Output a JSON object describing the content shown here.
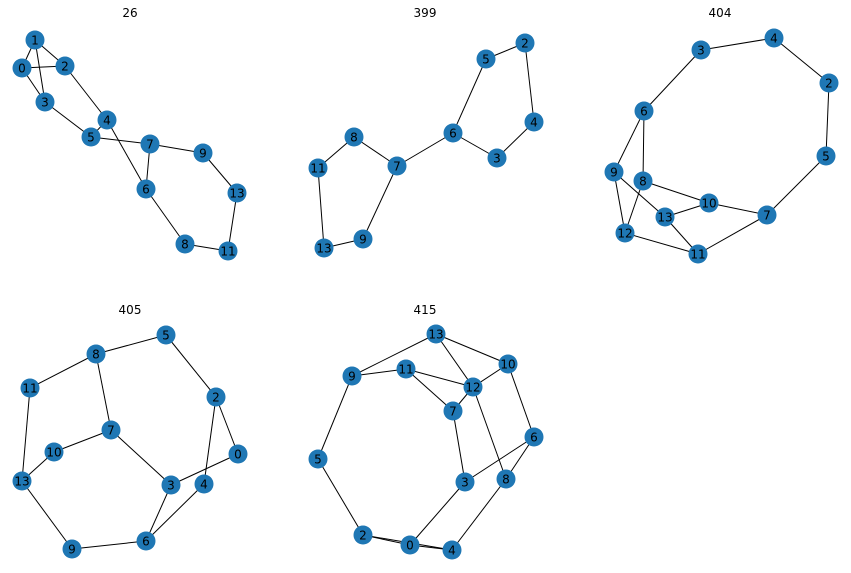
{
  "node_color": "#1f77b4",
  "edge_color": "#000000",
  "graphs": [
    {
      "title": "26",
      "nodes": [
        "0",
        "1",
        "2",
        "3",
        "4",
        "5",
        "6",
        "7",
        "8",
        "9",
        "11",
        "13"
      ],
      "edges": [
        [
          "1",
          "0"
        ],
        [
          "1",
          "2"
        ],
        [
          "1",
          "3"
        ],
        [
          "0",
          "2"
        ],
        [
          "0",
          "3"
        ],
        [
          "2",
          "4"
        ],
        [
          "3",
          "5"
        ],
        [
          "5",
          "7"
        ],
        [
          "4",
          "5"
        ],
        [
          "4",
          "6"
        ],
        [
          "6",
          "7"
        ],
        [
          "7",
          "9"
        ],
        [
          "6",
          "8"
        ],
        [
          "9",
          "13"
        ],
        [
          "13",
          "11"
        ],
        [
          "8",
          "11"
        ]
      ]
    },
    {
      "title": "399",
      "nodes": [
        "2",
        "3",
        "4",
        "5",
        "6",
        "7",
        "8",
        "9",
        "11",
        "13"
      ],
      "edges": [
        [
          "5",
          "2"
        ],
        [
          "2",
          "4"
        ],
        [
          "5",
          "6"
        ],
        [
          "4",
          "3"
        ],
        [
          "6",
          "3"
        ],
        [
          "6",
          "7"
        ],
        [
          "8",
          "7"
        ],
        [
          "7",
          "9"
        ],
        [
          "8",
          "11"
        ],
        [
          "11",
          "13"
        ],
        [
          "13",
          "9"
        ]
      ]
    },
    {
      "title": "404",
      "nodes": [
        "2",
        "3",
        "4",
        "5",
        "6",
        "7",
        "8",
        "9",
        "10",
        "11",
        "12",
        "13"
      ],
      "edges": [
        [
          "3",
          "4"
        ],
        [
          "4",
          "2"
        ],
        [
          "2",
          "5"
        ],
        [
          "3",
          "6"
        ],
        [
          "5",
          "7"
        ],
        [
          "6",
          "9"
        ],
        [
          "6",
          "8"
        ],
        [
          "9",
          "13"
        ],
        [
          "9",
          "12"
        ],
        [
          "8",
          "12"
        ],
        [
          "8",
          "10"
        ],
        [
          "13",
          "10"
        ],
        [
          "10",
          "7"
        ],
        [
          "13",
          "11"
        ],
        [
          "12",
          "11"
        ],
        [
          "11",
          "7"
        ]
      ]
    },
    {
      "title": "405",
      "nodes": [
        "0",
        "2",
        "3",
        "4",
        "5",
        "6",
        "7",
        "8",
        "9",
        "10",
        "11",
        "13"
      ],
      "edges": [
        [
          "8",
          "5"
        ],
        [
          "5",
          "2"
        ],
        [
          "8",
          "11"
        ],
        [
          "8",
          "7"
        ],
        [
          "2",
          "0"
        ],
        [
          "2",
          "4"
        ],
        [
          "11",
          "13"
        ],
        [
          "10",
          "7"
        ],
        [
          "7",
          "3"
        ],
        [
          "10",
          "13"
        ],
        [
          "0",
          "3"
        ],
        [
          "4",
          "6"
        ],
        [
          "3",
          "6"
        ],
        [
          "13",
          "9"
        ],
        [
          "9",
          "6"
        ]
      ]
    },
    {
      "title": "415",
      "nodes": [
        "0",
        "2",
        "3",
        "4",
        "5",
        "6",
        "7",
        "8",
        "9",
        "10",
        "11",
        "12",
        "13"
      ],
      "edges": [
        [
          "9",
          "13"
        ],
        [
          "13",
          "10"
        ],
        [
          "13",
          "12"
        ],
        [
          "9",
          "11"
        ],
        [
          "11",
          "12"
        ],
        [
          "11",
          "7"
        ],
        [
          "12",
          "10"
        ],
        [
          "7",
          "12"
        ],
        [
          "12",
          "8"
        ],
        [
          "10",
          "6"
        ],
        [
          "9",
          "5"
        ],
        [
          "7",
          "3"
        ],
        [
          "6",
          "3"
        ],
        [
          "6",
          "8"
        ],
        [
          "5",
          "2"
        ],
        [
          "3",
          "0"
        ],
        [
          "8",
          "4"
        ],
        [
          "2",
          "0"
        ],
        [
          "2",
          "4"
        ],
        [
          "0",
          "4"
        ]
      ]
    }
  ]
}
